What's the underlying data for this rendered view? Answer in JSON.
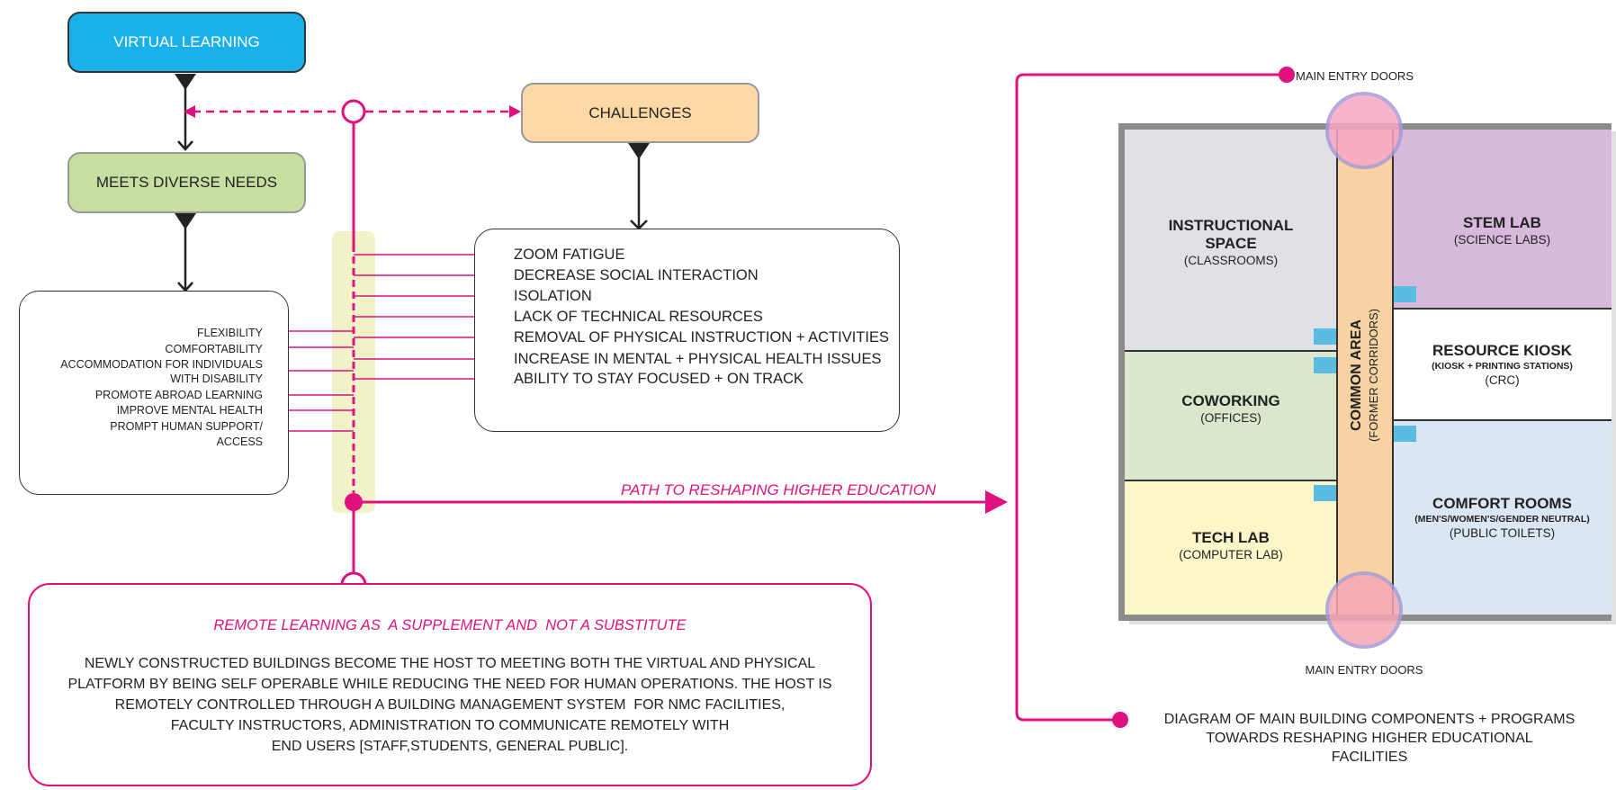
{
  "flow": {
    "virtual_learning": "VIRTUAL LEARNING",
    "meets_diverse_needs": "MEETS DIVERSE NEEDS",
    "challenges": "CHALLENGES",
    "benefits": [
      "FLEXIBILITY",
      "COMFORTABILITY",
      "ACCOMMODATION FOR INDIVIDUALS",
      "WITH DISABILITY",
      "PROMOTE ABROAD LEARNING",
      "IMPROVE MENTAL HEALTH",
      "PROMPT HUMAN SUPPORT/",
      "ACCESS"
    ],
    "challenge_items": [
      "ZOOM FATIGUE",
      "DECREASE SOCIAL INTERACTION",
      "ISOLATION",
      "LACK OF TECHNICAL RESOURCES",
      "REMOVAL OF PHYSICAL INSTRUCTION + ACTIVITIES",
      "INCREASE IN MENTAL + PHYSICAL HEALTH ISSUES",
      "ABILITY TO STAY FOCUSED + ON TRACK"
    ],
    "path_label": "PATH TO RESHAPING HIGHER EDUCATION"
  },
  "summary": {
    "heading": "REMOTE LEARNING AS  A SUPPLEMENT AND  NOT A SUBSTITUTE",
    "lines": [
      "NEWLY CONSTRUCTED BUILDINGS BECOME THE HOST TO MEETING BOTH THE VIRTUAL AND PHYSICAL",
      "PLATFORM BY BEING SELF OPERABLE WHILE REDUCING THE NEED FOR HUMAN OPERATIONS. THE HOST IS",
      "REMOTELY CONTROLLED THROUGH A BUILDING MANAGEMENT SYSTEM  FOR NMC FACILITIES,",
      "FACULTY INSTRUCTORS, ADMINISTRATION TO COMMUNICATE REMOTELY WITH",
      "END USERS [STAFF,STUDENTS, GENERAL PUBLIC]."
    ]
  },
  "plan": {
    "entry_top": "MAIN ENTRY DOORS",
    "entry_bottom": "MAIN ENTRY DOORS",
    "rooms": {
      "instructional": {
        "title_1": "INSTRUCTIONAL",
        "title_2": "SPACE",
        "sub": "(CLASSROOMS)"
      },
      "coworking": {
        "title": "COWORKING",
        "sub": "(OFFICES)"
      },
      "tech_lab": {
        "title": "TECH LAB",
        "sub": "(COMPUTER LAB)"
      },
      "stem_lab": {
        "title": "STEM LAB",
        "sub": "(SCIENCE LABS)"
      },
      "resource_kiosk": {
        "title": "RESOURCE KIOSK",
        "detail": "(KIOSK + PRINTING STATIONS)",
        "sub": "(CRC)"
      },
      "comfort_rooms": {
        "title": "COMFORT ROOMS",
        "detail": "(MEN'S/WOMEN'S/GENDER NEUTRAL)",
        "sub": "(PUBLIC TOILETS)"
      },
      "common_area": {
        "title": "COMMON AREA",
        "sub": "(FORMER CORRIDORS)"
      }
    },
    "caption": [
      "DIAGRAM OF MAIN BUILDING COMPONENTS + PROGRAMS",
      "TOWARDS RESHAPING HIGHER EDUCATIONAL",
      "FACILITIES"
    ]
  },
  "colors": {
    "accent": "#e0117f",
    "virtual_learning": "#1ab0ec",
    "meets_needs": "#c6dfa0",
    "challenges": "#fbd8a5",
    "instructional": "#dfe1e6",
    "coworking": "#dbe7cc",
    "tech_lab": "#fbf7c9",
    "stem_lab": "#d7b9db",
    "comfort_rooms": "#dbe6f3",
    "common_area": "#f7d3a3"
  }
}
